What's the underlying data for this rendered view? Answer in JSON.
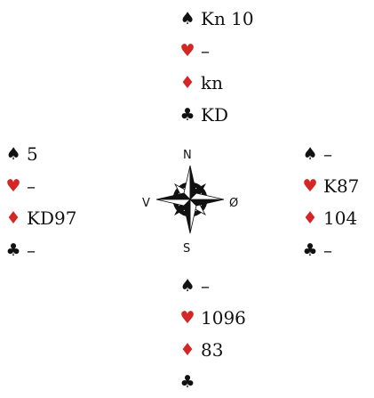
{
  "colors": {
    "black_suit": "#111111",
    "red_suit": "#d52626"
  },
  "suits": {
    "spade": "♠",
    "heart": "♥",
    "diamond": "♦",
    "club": "♣"
  },
  "hands": {
    "north": {
      "spades": "Kn 10",
      "hearts": "–",
      "diamonds": "kn",
      "clubs": "KD"
    },
    "west": {
      "spades": "5",
      "hearts": "–",
      "diamonds": "KD97",
      "clubs": "–"
    },
    "east": {
      "spades": "–",
      "hearts": "K87",
      "diamonds": "104",
      "clubs": "–"
    },
    "south": {
      "spades": "–",
      "hearts": "1096",
      "diamonds": "83",
      "clubs": ""
    }
  },
  "compass": {
    "n": "N",
    "s": "S",
    "w": "V",
    "e": "Ø",
    "icon": "compass-rose-icon"
  }
}
